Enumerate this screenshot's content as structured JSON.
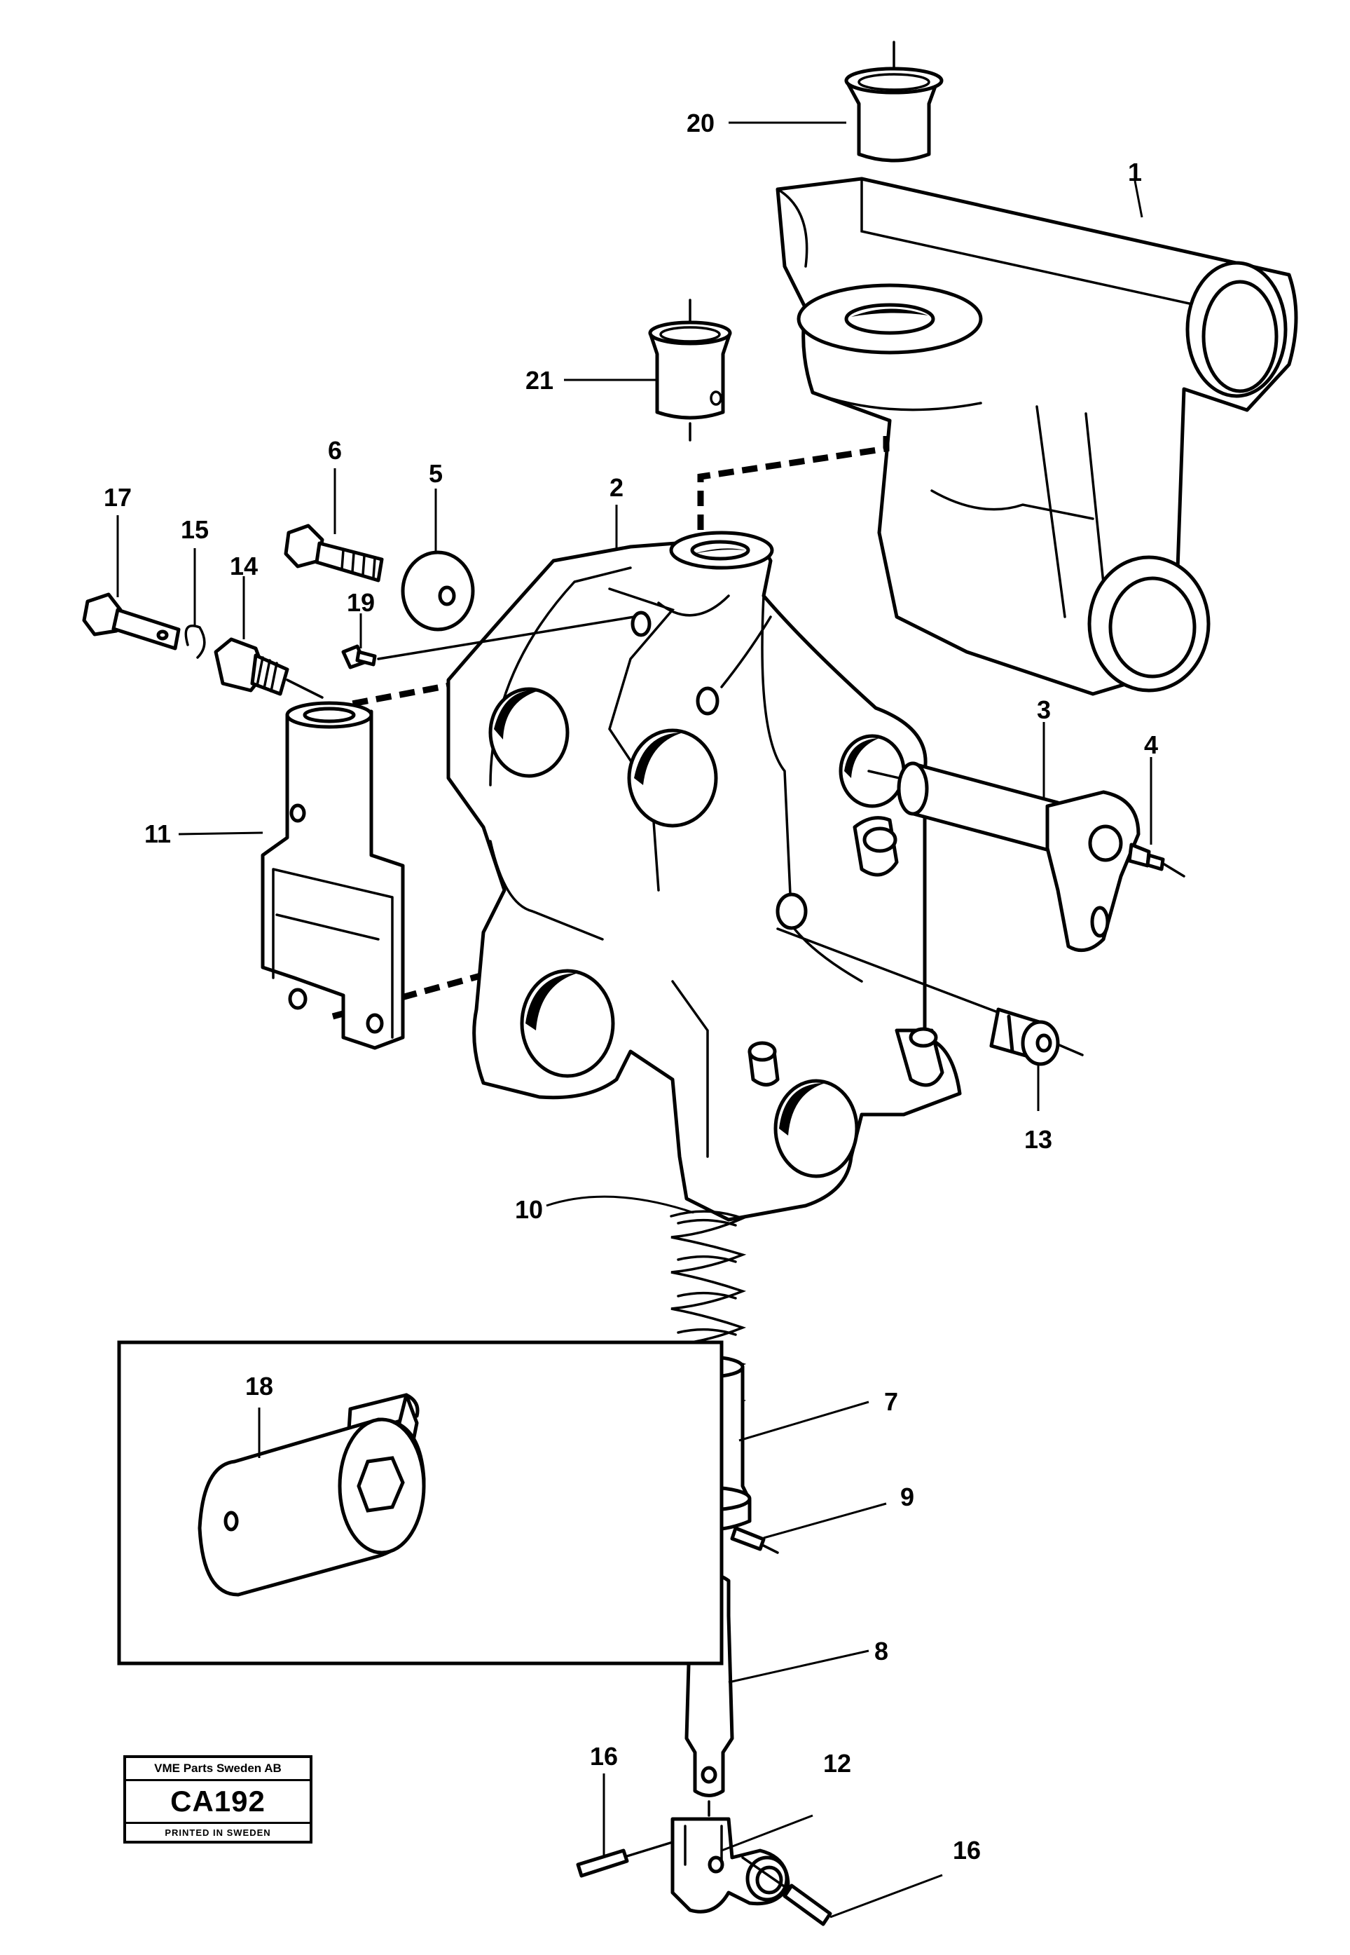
{
  "diagram": {
    "callouts": {
      "c1": "1",
      "c2": "2",
      "c3": "3",
      "c4": "4",
      "c5": "5",
      "c6": "6",
      "c7": "7",
      "c8": "8",
      "c9": "9",
      "c10": "10",
      "c11": "11",
      "c12": "12",
      "c13": "13",
      "c14": "14",
      "c15": "15",
      "c16a": "16",
      "c16b": "16",
      "c17": "17",
      "c18": "18",
      "c19": "19",
      "c20": "20",
      "c21": "21"
    },
    "logo": {
      "company": "VME Parts Sweden AB",
      "code": "CA192",
      "printed": "PRINTED IN SWEDEN"
    }
  }
}
